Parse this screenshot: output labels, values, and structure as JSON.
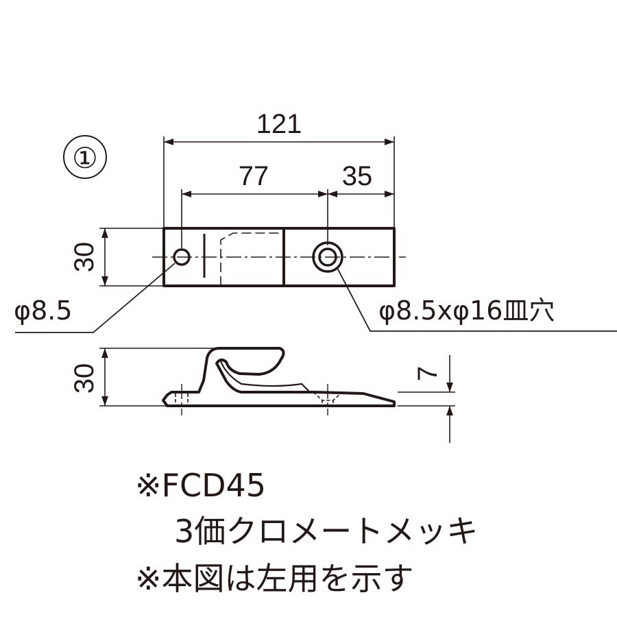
{
  "part_number": "①",
  "dimensions": {
    "overall_length": "121",
    "hole_spacing": "77",
    "end_offset": "35",
    "width_top_view": "30",
    "height_side_view": "30",
    "plate_thickness": "7"
  },
  "callouts": {
    "small_hole": "φ8.5",
    "countersunk_hole": "φ8.5xφ16皿穴"
  },
  "notes": {
    "material": "※FCD45",
    "finish": "3価クロメートメッキ",
    "orientation": "※本図は左用を示す"
  }
}
